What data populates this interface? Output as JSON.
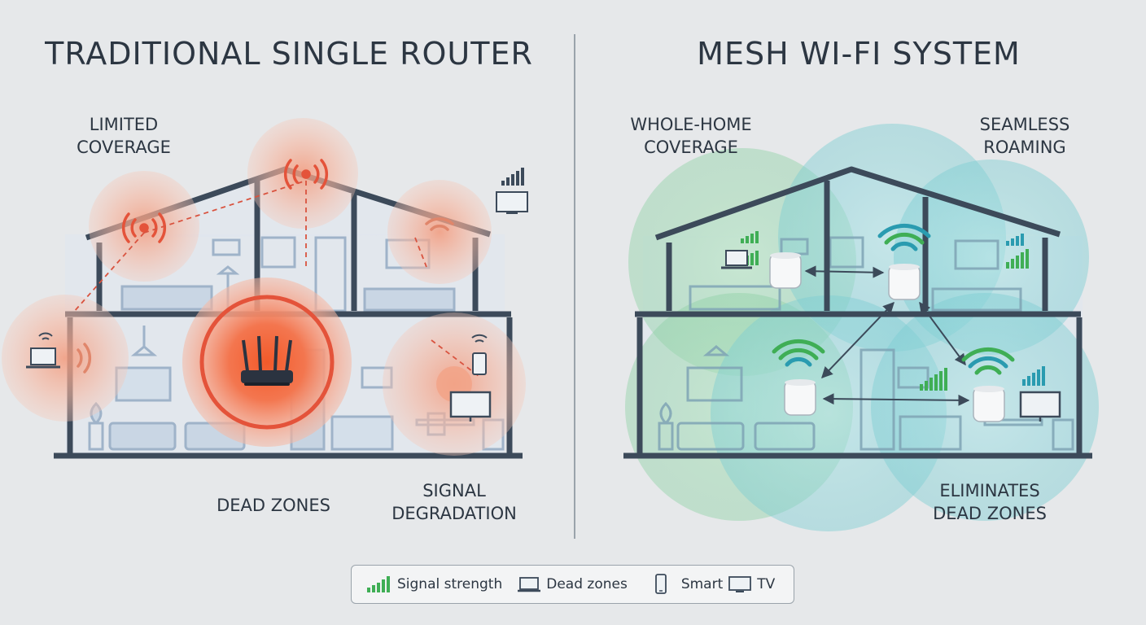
{
  "left_panel": {
    "title": "TRADITIONAL SINGLE ROUTER",
    "labels": {
      "limited_coverage": "LIMITED\nCOVERAGE",
      "dead_zones": "DEAD ZONES",
      "signal_degradation": "SIGNAL\nDEGRADATION"
    }
  },
  "right_panel": {
    "title": "MESH WI-FI SYSTEM",
    "labels": {
      "whole_home_coverage": "WHOLE-HOME\nCOVERAGE",
      "seamless_roaming": "SEAMLESS\nROAMING",
      "eliminates_dead_zones": "ELIMINATES\nDEAD ZONES"
    }
  },
  "legend": {
    "items": [
      {
        "icon": "signal-bars-icon",
        "label": "Signal strength"
      },
      {
        "icon": "laptop-icon",
        "label": "Dead zones"
      },
      {
        "icon": "smartphone-icon",
        "label": "Smart"
      },
      {
        "icon": "tv-icon",
        "label": "TV"
      }
    ]
  },
  "colors": {
    "background": "#e6e8ea",
    "house_outline": "#3c4a5a",
    "router_red": "#e4533a",
    "coverage_orange": "#f3b39a",
    "mesh_green": "#8fd1a6",
    "mesh_teal": "#86d3d6",
    "signal_green": "#3fae55",
    "signal_teal": "#2a9bb0"
  }
}
